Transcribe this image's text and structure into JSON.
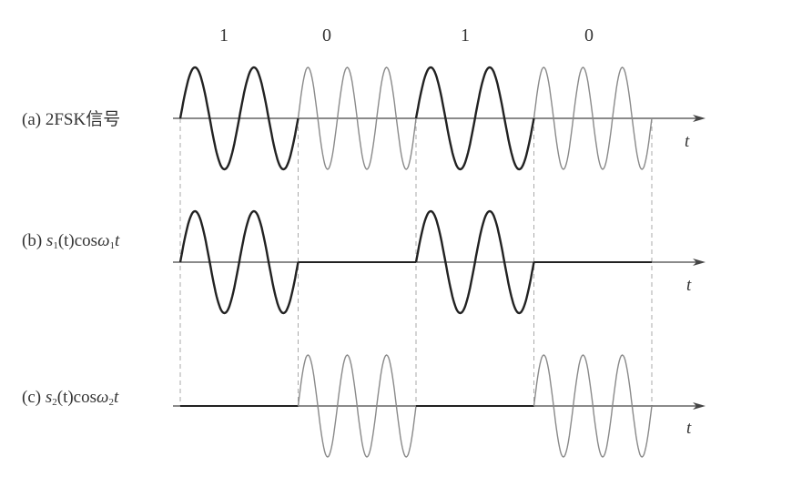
{
  "bits": [
    "1",
    "0",
    "1",
    "0"
  ],
  "cycles_per_bit": {
    "1": 2,
    "0": 3
  },
  "axis_label": "t",
  "panels": [
    {
      "id": "a",
      "prefix": "(a)",
      "text": "2FSK信号",
      "kind": "fsk"
    },
    {
      "id": "b",
      "prefix": "(b)",
      "s": "s",
      "s_sub": "1",
      "mid": "(t)cos",
      "w": "ω",
      "w_sub": "1",
      "t": "t",
      "kind": "bit1"
    },
    {
      "id": "c",
      "prefix": "(c)",
      "s": "s",
      "s_sub": "2",
      "mid": "(t)cos",
      "w": "ω",
      "w_sub": "2",
      "t": "t",
      "kind": "bit0"
    }
  ],
  "colors": {
    "mark_freq": "#222222",
    "space_freq": "#8a8a8a",
    "axis": "#444444",
    "dashed": "#aaaaaa"
  }
}
